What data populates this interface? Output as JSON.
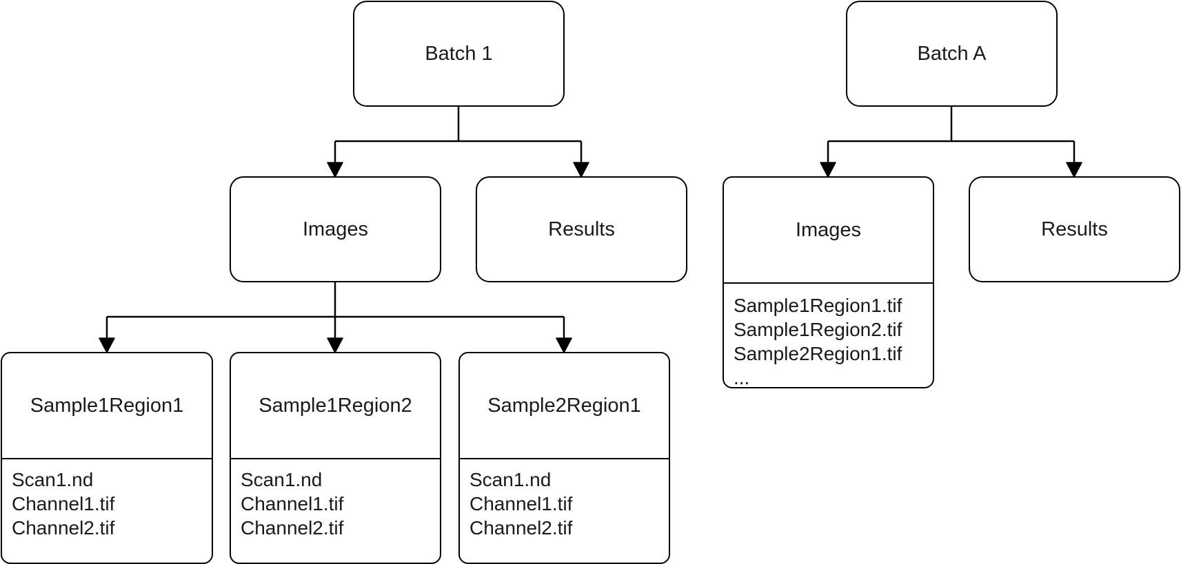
{
  "trees": [
    {
      "root": "Batch 1",
      "images_label": "Images",
      "results_label": "Results",
      "samples": [
        {
          "name": "Sample1Region1",
          "files": [
            "Scan1.nd",
            "Channel1.tif",
            "Channel2.tif"
          ]
        },
        {
          "name": "Sample1Region2",
          "files": [
            "Scan1.nd",
            "Channel1.tif",
            "Channel2.tif"
          ]
        },
        {
          "name": "Sample2Region1",
          "files": [
            "Scan1.nd",
            "Channel1.tif",
            "Channel2.tif"
          ]
        }
      ]
    },
    {
      "root": "Batch A",
      "images_label": "Images",
      "images_files": [
        "Sample1Region1.tif",
        "Sample1Region2.tif",
        "Sample2Region1.tif",
        "..."
      ],
      "results_label": "Results"
    }
  ]
}
